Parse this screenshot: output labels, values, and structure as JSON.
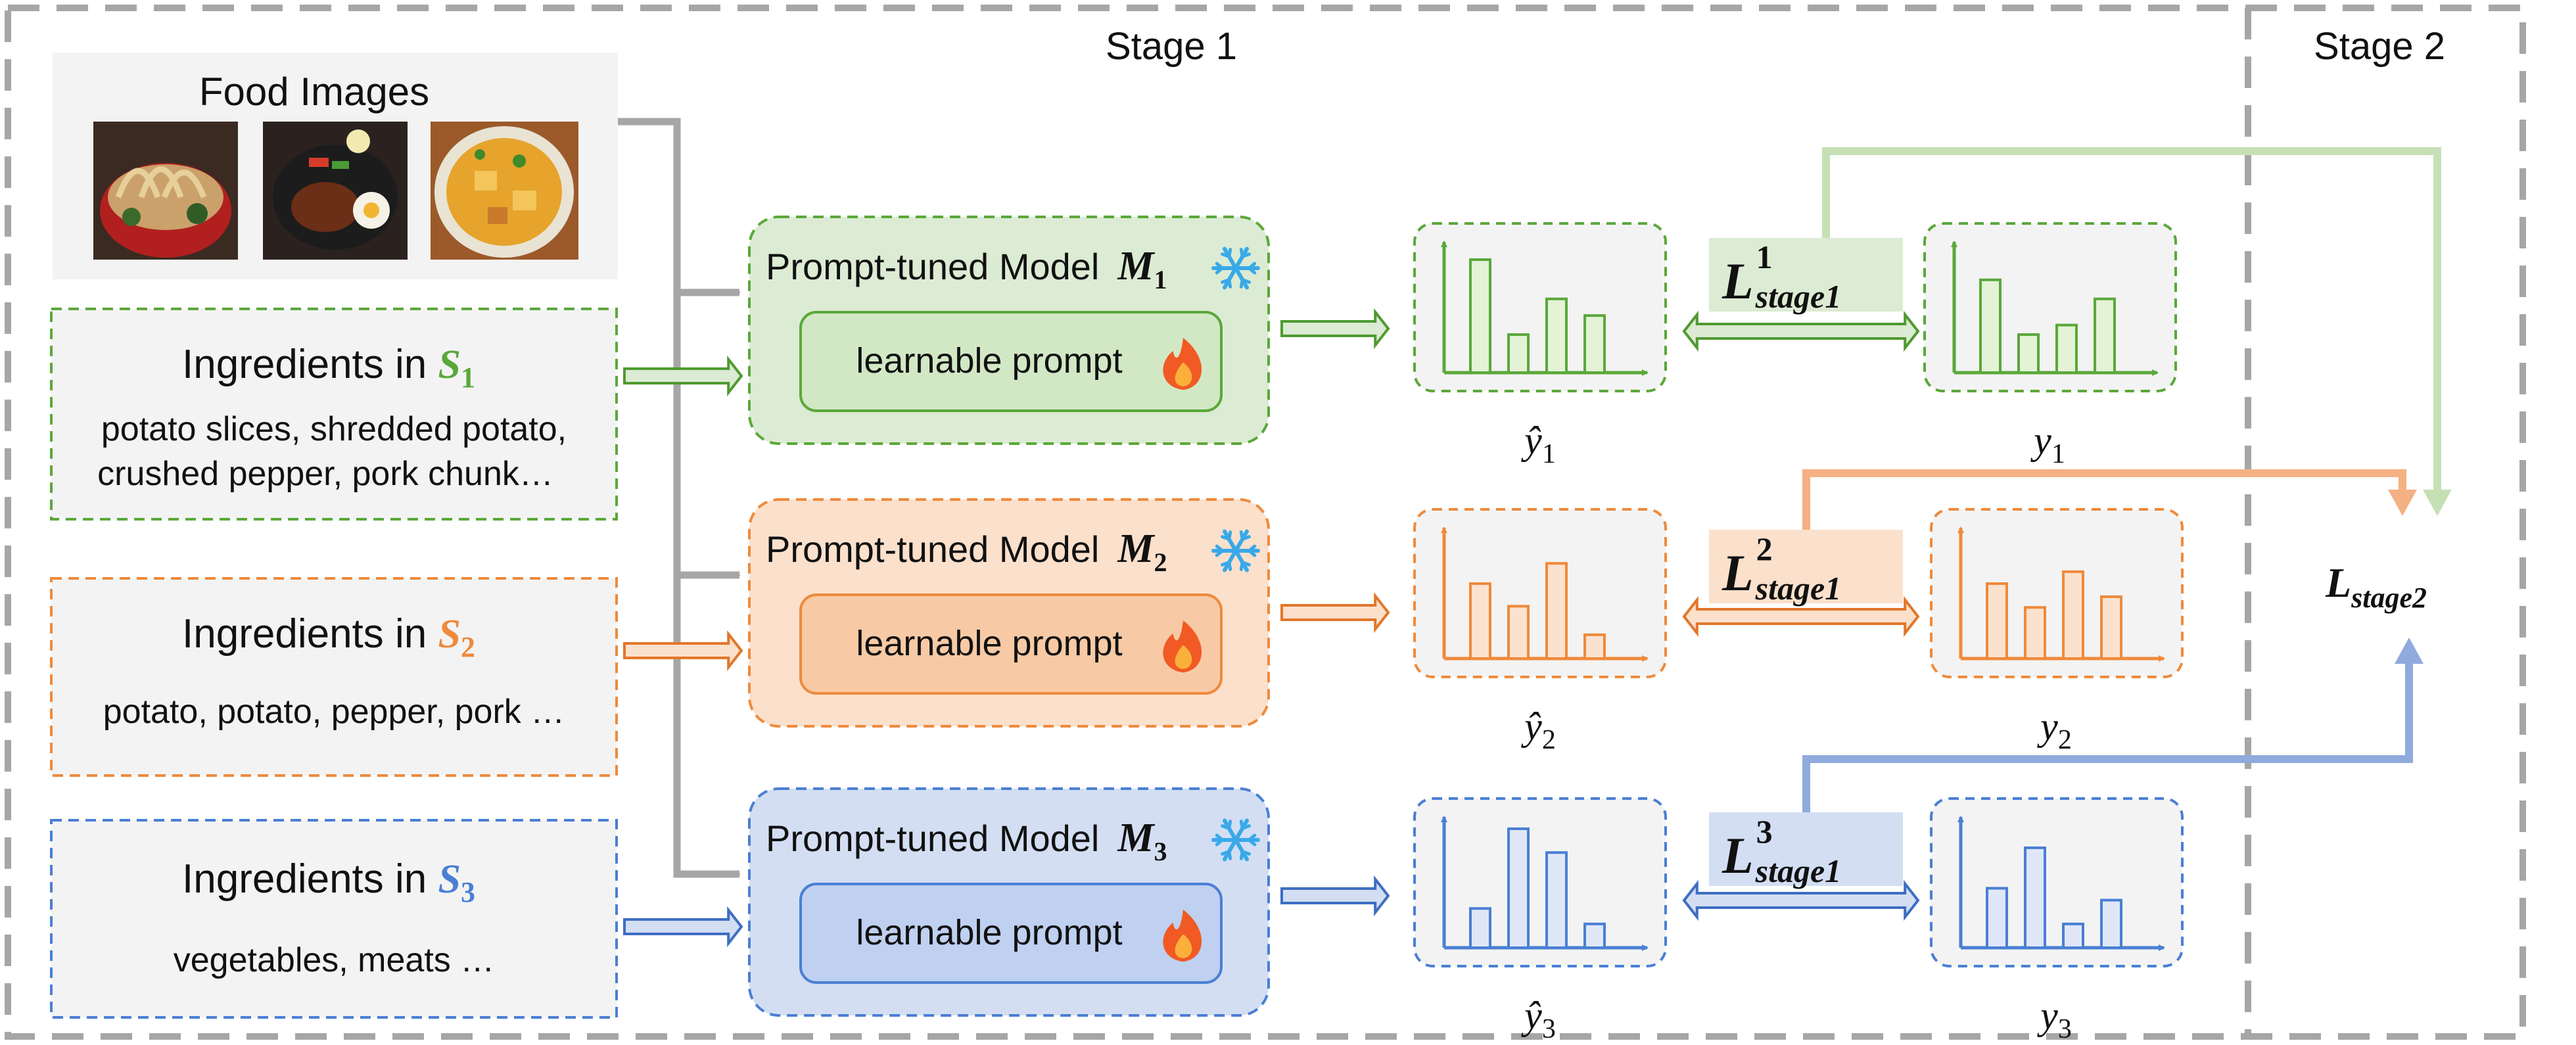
{
  "stage_labels": {
    "stage1": "Stage 1",
    "stage2": "Stage 2"
  },
  "food": {
    "title": "Food Images",
    "images": [
      "noodle-bowl",
      "steak-plate",
      "potato-curry"
    ]
  },
  "rows": [
    {
      "color": "#5aa83a",
      "light": "#dcebd3",
      "dark": "#4f9a31",
      "bar_fill": "#e4f2d6",
      "ingredients_prefix": "Ingredients in ",
      "set_letter": "S",
      "set_sub": "1",
      "ingredients_line1": "potato slices, shredded potato,",
      "ingredients_line2": "crushed pepper, pork chunk…",
      "model_label": "Prompt-tuned Model",
      "model_letter": "M",
      "model_sub": "1",
      "prompt_label": "learnable prompt",
      "loss_letter": "L",
      "loss_sup": "1",
      "loss_sub": "stage1",
      "pred_label": "ŷ",
      "gt_label": "y",
      "index": "1",
      "pred_values": [
        0.95,
        0.32,
        0.62,
        0.48
      ],
      "gt_values": [
        0.78,
        0.32,
        0.4,
        0.62
      ]
    },
    {
      "color": "#ef8a3b",
      "light": "#fbe0cc",
      "dark": "#e2772a",
      "bar_fill": "#fbe2cf",
      "ingredients_prefix": "Ingredients in ",
      "set_letter": "S",
      "set_sub": "2",
      "ingredients_line1": "potato,  potato, pepper, pork …",
      "ingredients_line2": "",
      "model_label": "Prompt-tuned Model",
      "model_letter": "M",
      "model_sub": "2",
      "prompt_label": "learnable prompt",
      "loss_letter": "L",
      "loss_sup": "2",
      "loss_sub": "stage1",
      "pred_label": "ŷ",
      "gt_label": "y",
      "index": "2",
      "pred_values": [
        0.63,
        0.44,
        0.8,
        0.2
      ],
      "gt_values": [
        0.63,
        0.43,
        0.73,
        0.52
      ]
    },
    {
      "color": "#4a7fd4",
      "light": "#d3def3",
      "dark": "#3e6ec2",
      "bar_fill": "#dfe7f7",
      "ingredients_prefix": "Ingredients in ",
      "set_letter": "S",
      "set_sub": "3",
      "ingredients_line1": "vegetables, meats …",
      "ingredients_line2": "",
      "model_label": "Prompt-tuned Model",
      "model_letter": "M",
      "model_sub": "3",
      "prompt_label": "learnable prompt",
      "loss_letter": "L",
      "loss_sup": "3",
      "loss_sub": "stage1",
      "pred_label": "ŷ",
      "gt_label": "y",
      "index": "3",
      "pred_values": [
        0.33,
        1.0,
        0.8,
        0.2
      ],
      "gt_values": [
        0.5,
        0.84,
        0.2,
        0.4
      ]
    }
  ],
  "stage2_loss": {
    "letter": "L",
    "sub": "stage2"
  },
  "icons": {
    "frozen": "snowflake-icon",
    "trainable": "fire-icon"
  },
  "colors": {
    "frame": "#a6a6a6",
    "arrow_gray": "#a6a6a6",
    "text": "#111111",
    "stage2_green": "#c5e0b4",
    "stage2_orange": "#f4b183",
    "stage2_blue": "#8faadc"
  }
}
